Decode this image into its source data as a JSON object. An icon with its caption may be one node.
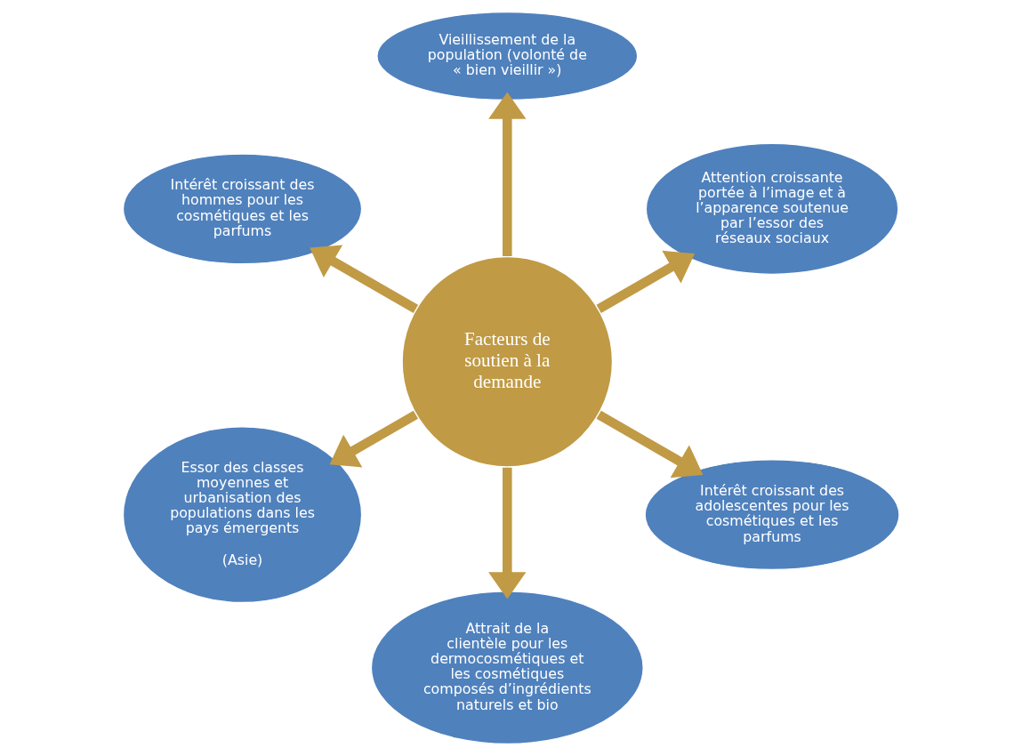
{
  "diagram": {
    "nodes": [
      {
        "text": [
          "Facteurs de soutien à la demande"
        ]
      },
      {
        "text": [
          "Attention croissante portée à l’image et à l’apparence soutenue par l’essor des réseaux sociaux"
        ]
      },
      {
        "text": [
          "Vieillissement de la population (volonté de « bien vieillir »)"
        ]
      },
      {
        "text": [
          "Intérêt croissant des hommes pour les cosmétiques et les parfums"
        ]
      },
      {
        "text": [
          "Essor des classes moyennes et urbanisation des populations dans les pays émergents",
          "(Asie)"
        ]
      },
      {
        "text": [
          "Attrait de la clientèle pour les dermocosmétiques et les cosmétiques composés d’ingrédients naturels et bio"
        ]
      },
      {
        "text": [
          "Intérêt croissant des adolescentes pour les cosmétiques et les parfums"
        ]
      }
    ],
    "edges": [
      {
        "from": 0,
        "to": 1,
        "arrow": "to"
      },
      {
        "from": 0,
        "to": 2,
        "arrow": "to"
      },
      {
        "from": 0,
        "to": 3,
        "arrow": "to"
      },
      {
        "from": 0,
        "to": 4,
        "arrow": "to"
      },
      {
        "from": 0,
        "to": 5,
        "arrow": "to"
      },
      {
        "from": 0,
        "to": 6,
        "arrow": "to"
      }
    ]
  }
}
